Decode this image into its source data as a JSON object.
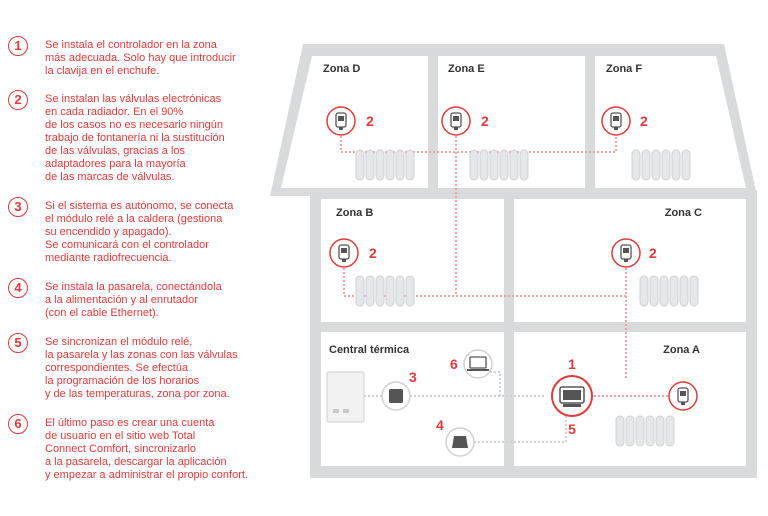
{
  "steps": [
    {
      "number": "1",
      "text": "Se instala el controlador en la zona\nmás adecuada. Solo hay que introducir\nla clavija en el enchufe."
    },
    {
      "number": "2",
      "text": "Se instalan las válvulas electrónicas\nen cada radiador. En el 90%\nde los casos no es necesario ningún\ntrabajo de fontanería ni la sustitución\nde las válvulas, gracias a los\nadaptadores para la mayoría\nde las marcas de válvulas."
    },
    {
      "number": "3",
      "text": "Si el sistema es autónomo, se conecta\nel módulo relé a la caldera (gestiona\nsu encendido y apagado).\nSe comunicará con el controlador\nmediante radiofrecuencia."
    },
    {
      "number": "4",
      "text": "Se instala la pasarela, conectándola\na la alimentación y al enrutador\n(con el cable Ethernet)."
    },
    {
      "number": "5",
      "text": "Se sincronizan el módulo relé,\nla pasarela y las zonas con las válvulas\ncorrespondientes. Se efectúa\nla programación de los horarios\ny de las temperaturas, zona por zona."
    },
    {
      "number": "6",
      "text": "El último paso es crear una cuenta\nde usuario en el sitio web Total\nConnect Comfort, sincronizarlo\na la pasarela, descargar la aplicación\ny empezar a administrar el propio confort."
    }
  ],
  "zones": {
    "d": "Zona D",
    "e": "Zona E",
    "f": "Zona F",
    "b": "Zona B",
    "c": "Zona C",
    "central": "Central térmica",
    "a": "Zona A"
  },
  "markers": {
    "valve": "2",
    "relay": "3",
    "gateway": "4",
    "web": "6",
    "controller": "1",
    "sync": "5"
  },
  "colors": {
    "accent": "#e03a3a",
    "wall": "#d9dadc",
    "floor": "#ffffff",
    "device": "#ffffff",
    "radiator": "#e6e7e8"
  },
  "icons": [
    "valve-icon",
    "radiator-icon",
    "boiler-icon",
    "relay-module-icon",
    "gateway-icon",
    "laptop-icon",
    "controller-icon"
  ]
}
